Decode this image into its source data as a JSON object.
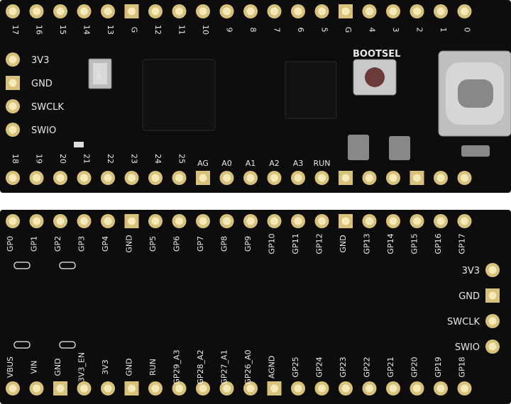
{
  "front": {
    "top_labels": [
      "17",
      "16",
      "15",
      "14",
      "13",
      "G",
      "12",
      "11",
      "10",
      "9",
      "8",
      "7",
      "6",
      "5",
      "G",
      "4",
      "3",
      "2",
      "1",
      "0"
    ],
    "bottom_labels": [
      "18",
      "19",
      "20",
      "21",
      "22",
      "23",
      "24",
      "25",
      "AG",
      "A0",
      "A1",
      "A2",
      "A3",
      "RUN"
    ],
    "side_labels": [
      "3V3",
      "GND",
      "SWCLK",
      "SWIO"
    ],
    "bootsel_label": "BOOTSEL",
    "crystal_marking": "12M2"
  },
  "back": {
    "top_labels": [
      "GP0",
      "GP1",
      "GP2",
      "GP3",
      "GP4",
      "GND",
      "GP5",
      "GP6",
      "GP7",
      "GP8",
      "GP9",
      "GP10",
      "GP11",
      "GP12",
      "GND",
      "GP13",
      "GP14",
      "GP15",
      "GP16",
      "GP17"
    ],
    "bottom_labels": [
      "VBUS",
      "VIN",
      "GND",
      "3V3_EN",
      "3V3",
      "GND",
      "RUN",
      "GP29_A3",
      "GP28_A2",
      "GP27_A1",
      "GP26_A0",
      "AGND",
      "GP25",
      "GP24",
      "GP23",
      "GP22",
      "GP21",
      "GP20",
      "GP19",
      "GP18"
    ],
    "side_labels": [
      "3V3",
      "GND",
      "SWCLK",
      "SWIO"
    ]
  },
  "colors": {
    "pcb": "#0d0d0d",
    "gold": "#d8c27a",
    "gold_hole": "#f4e9b8",
    "silk": "#e8e8e8"
  }
}
